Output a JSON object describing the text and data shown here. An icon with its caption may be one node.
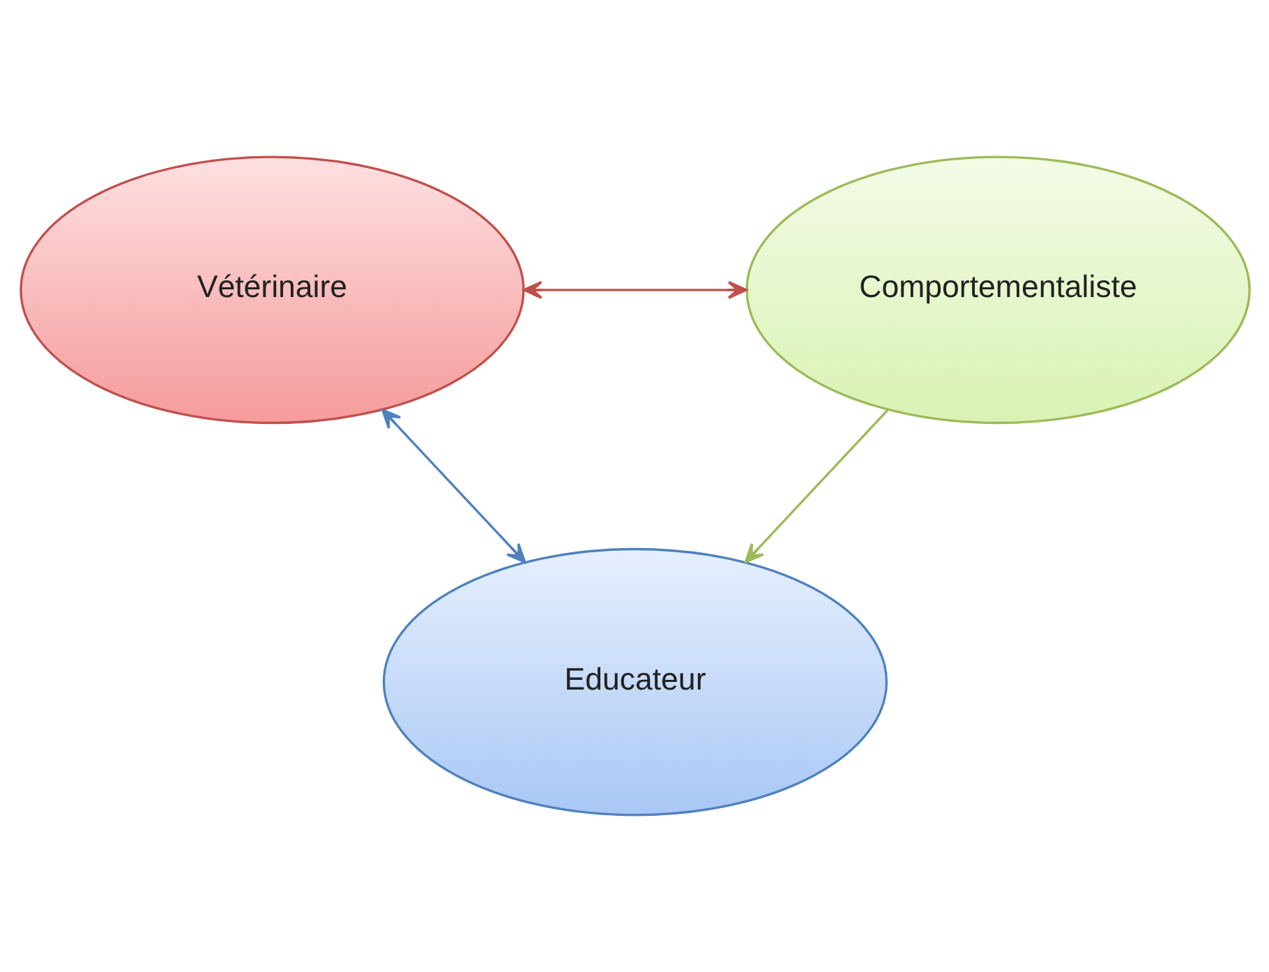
{
  "diagram": {
    "nodes": [
      {
        "text": [
          "Vétérinaire"
        ]
      },
      {
        "text": [
          "Comportementaliste"
        ]
      },
      {
        "text": [
          "Educateur"
        ]
      }
    ],
    "edges": [
      {
        "from": 0,
        "to": 1,
        "arrow": "both",
        "color": "#c0504d"
      },
      {
        "from": 0,
        "to": 2,
        "arrow": "both",
        "color": "#4f81bd"
      },
      {
        "from": 1,
        "to": 2,
        "arrow": "to",
        "color": "#9bbb59"
      }
    ]
  }
}
